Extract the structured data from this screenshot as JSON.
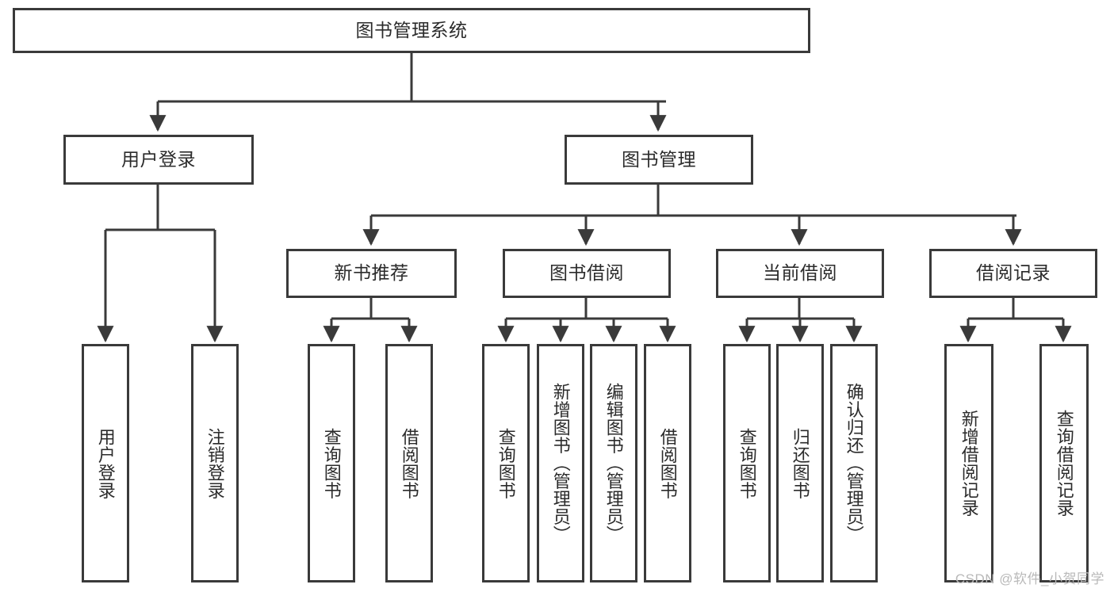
{
  "diagram": {
    "title_node": "图书管理系统",
    "level1": [
      {
        "id": "login",
        "label": "用户登录"
      },
      {
        "id": "bookmgmt",
        "label": "图书管理"
      }
    ],
    "level2": [
      {
        "id": "newbook",
        "label": "新书推荐"
      },
      {
        "id": "borrow",
        "label": "图书借阅"
      },
      {
        "id": "current",
        "label": "当前借阅"
      },
      {
        "id": "records",
        "label": "借阅记录"
      }
    ],
    "leaves": {
      "login": [
        {
          "id": "login-user",
          "label": "用户登录"
        },
        {
          "id": "logout-user",
          "label": "注销登录"
        }
      ],
      "newbook": [
        {
          "id": "newbook-query",
          "label": "查询图书"
        },
        {
          "id": "newbook-borrow",
          "label": "借阅图书"
        }
      ],
      "borrow": [
        {
          "id": "borrow-query",
          "label": "查询图书"
        },
        {
          "id": "borrow-add",
          "label": "新增图书（管理员）"
        },
        {
          "id": "borrow-edit",
          "label": "编辑图书（管理员）"
        },
        {
          "id": "borrow-borrow",
          "label": "借阅图书"
        }
      ],
      "current": [
        {
          "id": "current-query",
          "label": "查询图书"
        },
        {
          "id": "current-return",
          "label": "归还图书"
        },
        {
          "id": "current-confirm",
          "label": "确认归还（管理员）"
        }
      ],
      "records": [
        {
          "id": "records-add",
          "label": "新增借阅记录"
        },
        {
          "id": "records-query",
          "label": "查询借阅记录"
        }
      ]
    }
  },
  "watermark": {
    "text": "CSDN @软件_小贺同学"
  },
  "colors": {
    "line": "#3a3a3a",
    "text": "#2b2b2b",
    "background": "#ffffff",
    "watermark": "#b9b9b9"
  }
}
